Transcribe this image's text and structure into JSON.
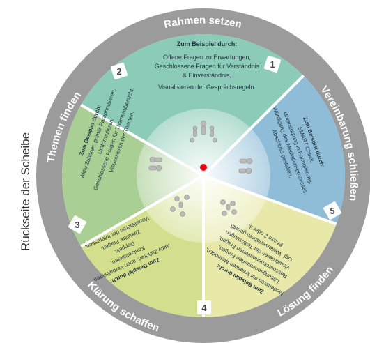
{
  "side_label": "Rückseite der Scheibe",
  "colors": {
    "outer_ring": "#9b9b9b",
    "white_ring": "#ffffff",
    "hub": "#e6ecec",
    "center_dot": "#e30613",
    "seg1": "#8fbdd7",
    "seg2": "#8ccbb7",
    "seg3": "#a9cf94",
    "seg4": "#d3df8c",
    "seg5": "#e8e8a8"
  },
  "ring_labels": {
    "rahmen": "Rahmen setzen",
    "vereinbarung": "Vereinbarung schließen",
    "loesung": "Lösung finden",
    "klaerung": "Klärung schaffen",
    "themen": "Themen finden"
  },
  "segments": [
    {
      "number": "1",
      "heading": "Zum Beispiel durch:",
      "lines": [
        "Offene Fragen zu Erwartungen,",
        "Geschlossene Fragen für Verständnis",
        "& Einverständnis,",
        "Visualisieren der Gesprächsregeln."
      ]
    },
    {
      "number": "2",
      "heading": "Zum Beispiel durch:",
      "lines": [
        "Aktiv Zuhören: primär Paraphrasieren.",
        "Umformulieren.",
        "Geschlossene Fragen für Themenübersicht.",
        "Visualisieren der Themen."
      ]
    },
    {
      "number": "3",
      "heading": "Zum Beispiel durch:",
      "lines": [
        "Aktiv Zuhören, auch Verbalisieren.",
        "Konkretisieren.",
        "Doppeln.",
        "Zirkuläre Fragen.",
        "Visualisieren der Interessen."
      ]
    },
    {
      "number": "4",
      "heading": "Zum Beispiel durch:",
      "lines": [
        "Moderieren mit kreativen Methoden,",
        "Lösungsorientierten Fragen,",
        "Ressourcenorientierten Fragen,",
        "Visualisieren der Teillösungen.",
        "Ggf. Weiterverfahren gemäß",
        "Phase 2 oder 3."
      ]
    },
    {
      "number": "5",
      "heading": "Zum Beispiel durch:",
      "lines": [
        "SMART Check.",
        "Unterstützung in Formulierung.",
        "Würdigung des Mediationsprozesses.",
        "Abschluss gestalten."
      ]
    }
  ]
}
